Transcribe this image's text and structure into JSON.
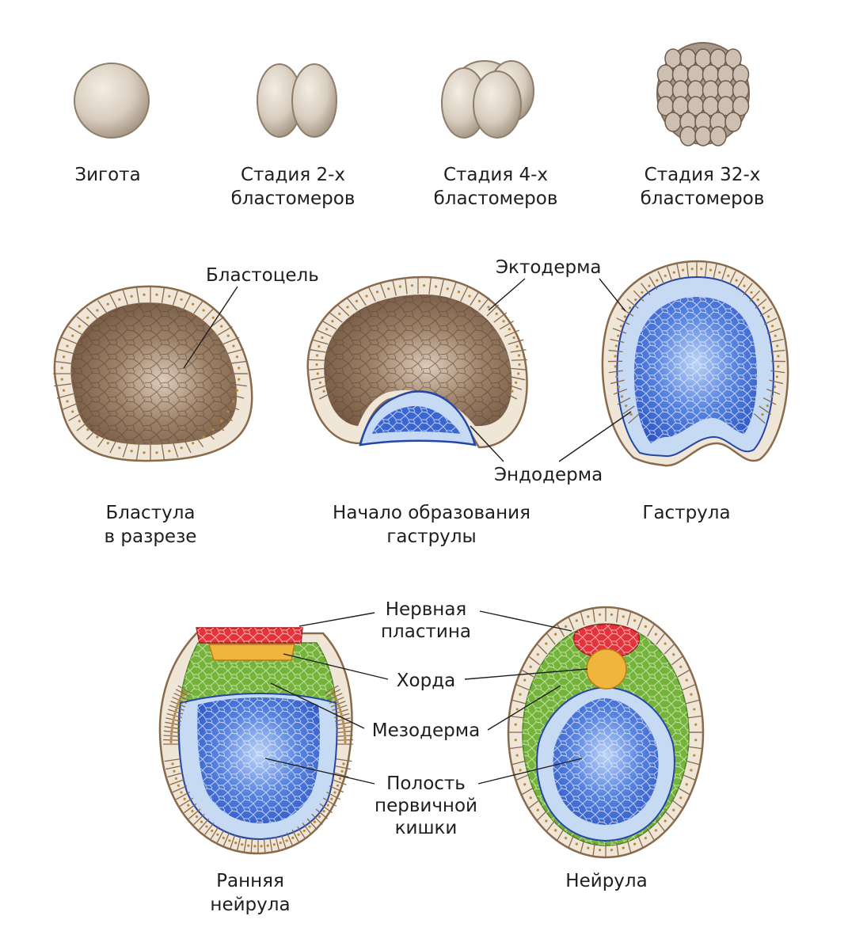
{
  "stages": {
    "zygote": {
      "name": "Зигота"
    },
    "two_cell": {
      "line1": "Стадия 2-х",
      "line2": "бластомеров"
    },
    "four_cell": {
      "line1": "Стадия 4-х",
      "line2": "бластомеров"
    },
    "thirtytwo_cell": {
      "line1": "Стадия 32-х",
      "line2": "бластомеров"
    },
    "blastula": {
      "line1": "Бластула",
      "line2": "в разрезе"
    },
    "early_gastrula": {
      "line1": "Начало образования",
      "line2": "гаструлы"
    },
    "gastrula": {
      "name": "Гаструла"
    },
    "early_neurula": {
      "line1": "Ранняя",
      "line2": "нейрула"
    },
    "neurula": {
      "name": "Нейрула"
    }
  },
  "labels": {
    "blastocoel": "Бластоцель",
    "ectoderm": "Эктодерма",
    "endoderm": "Эндодерма",
    "neural_plate_1": "Нервная",
    "neural_plate_2": "пластина",
    "notochord": "Хорда",
    "mesoderm": "Мезодерма",
    "gut_1": "Полость",
    "gut_2": "первичной",
    "gut_3": "кишки"
  },
  "colors": {
    "egg": "#d8cfc4",
    "egg_shadow": "#a39381",
    "ectoderm_cell": "#efe6d8",
    "ectoderm_outline": "#8a6a4c",
    "blastocoel": "#8a7058",
    "endoderm": "#3a66d2",
    "endoderm_light": "#c7daf4",
    "endoderm_outline": "#2446a8",
    "mesoderm": "#74b33c",
    "notochord": "#efb53c",
    "neural_plate": "#e4333a"
  }
}
